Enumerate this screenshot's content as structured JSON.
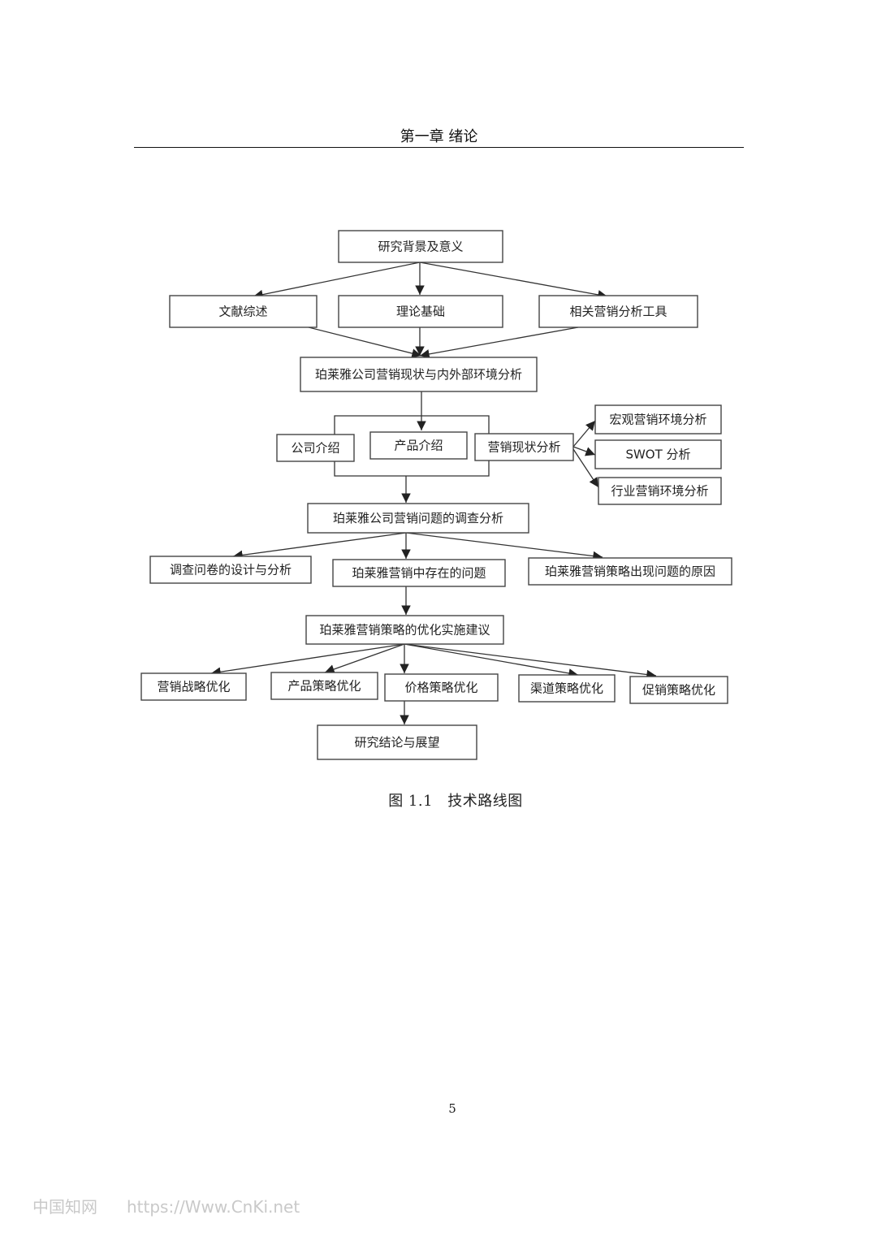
{
  "header": {
    "chapter_title": "第一章  绪论"
  },
  "flowchart": {
    "nodes": [
      {
        "id": "bg",
        "label": "研究背景及意义"
      },
      {
        "id": "lit",
        "label": "文献综述"
      },
      {
        "id": "theory",
        "label": "理论基础"
      },
      {
        "id": "tools",
        "label": "相关营销分析工具"
      },
      {
        "id": "env",
        "label": "珀莱雅公司营销现状与内外部环境分析"
      },
      {
        "id": "company",
        "label": "公司介绍"
      },
      {
        "id": "product",
        "label": "产品介绍"
      },
      {
        "id": "status",
        "label": "营销现状分析"
      },
      {
        "id": "macro",
        "label": "宏观营销环境分析"
      },
      {
        "id": "swot",
        "label": "SWOT 分析"
      },
      {
        "id": "industry",
        "label": "行业营销环境分析"
      },
      {
        "id": "survey",
        "label": "珀莱雅公司营销问题的调查分析"
      },
      {
        "id": "questionnaire",
        "label": "调查问卷的设计与分析"
      },
      {
        "id": "problems",
        "label": "珀莱雅营销中存在的问题"
      },
      {
        "id": "causes",
        "label": "珀莱雅营销策略出现问题的原因"
      },
      {
        "id": "optimize",
        "label": "珀莱雅营销策略的优化实施建议"
      },
      {
        "id": "strategy",
        "label": "营销战略优化"
      },
      {
        "id": "prodstrat",
        "label": "产品策略优化"
      },
      {
        "id": "price",
        "label": "价格策略优化"
      },
      {
        "id": "channel",
        "label": "渠道策略优化"
      },
      {
        "id": "promo",
        "label": "促销策略优化"
      },
      {
        "id": "conclusion",
        "label": "研究结论与展望"
      }
    ]
  },
  "caption": {
    "number": "图 1.1",
    "title": "技术路线图"
  },
  "page_number": "5",
  "watermark": {
    "brand": "中国知网",
    "url": "https://Www.CnKi.net"
  }
}
